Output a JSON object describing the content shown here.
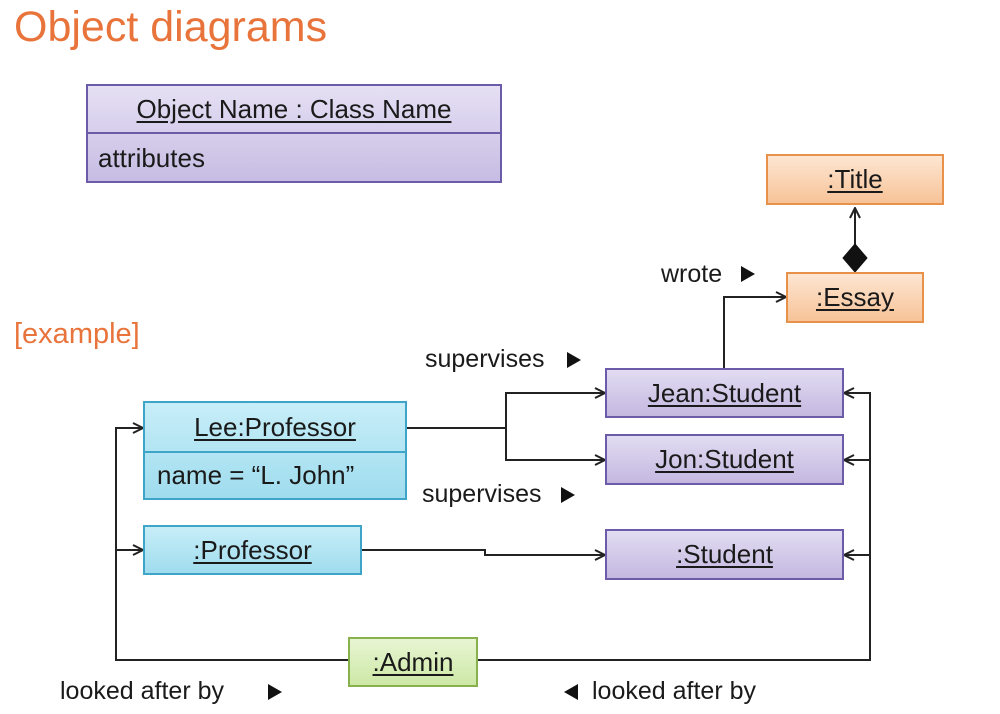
{
  "title": "Object diagrams",
  "example_label": "[example]",
  "legend": {
    "header": "Object Name : Class Name",
    "body": "attributes"
  },
  "objects": {
    "title": ":Title",
    "essay": ":Essay",
    "jean": "Jean:Student",
    "jon": "Jon:Student",
    "student": ":Student",
    "lee": "Lee:Professor",
    "lee_attr": "name = “L. John”",
    "professor": ":Professor",
    "admin": ":Admin"
  },
  "links": {
    "wrote": "wrote",
    "supervises_top": "supervises",
    "supervises_bottom": "supervises",
    "looked_after_left": "looked after by",
    "looked_after_right": "looked after by"
  },
  "colors": {
    "heading": "#e8743b",
    "student_fill": "#c4b8e0",
    "professor_fill": "#9fdcee",
    "artifact_fill": "#f7c398",
    "admin_fill": "#cde8a6"
  }
}
